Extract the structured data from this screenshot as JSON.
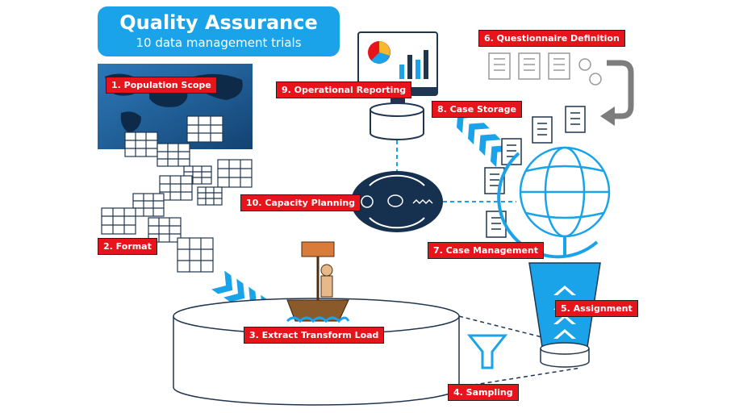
{
  "title": {
    "main": "Quality Assurance",
    "sub": "10 data management trials"
  },
  "steps": [
    "1. Population Scope",
    "2. Format",
    "3. Extract Transform Load",
    "4. Sampling",
    "5. Assignment",
    "6. Questionnaire Definition",
    "7. Case Management",
    "8. Case Storage",
    "9. Operational Reporting",
    "10. Capacity Planning"
  ],
  "colors": {
    "accent": "#1aa3e8",
    "label": "#e8141c",
    "dark": "#1f3550"
  }
}
